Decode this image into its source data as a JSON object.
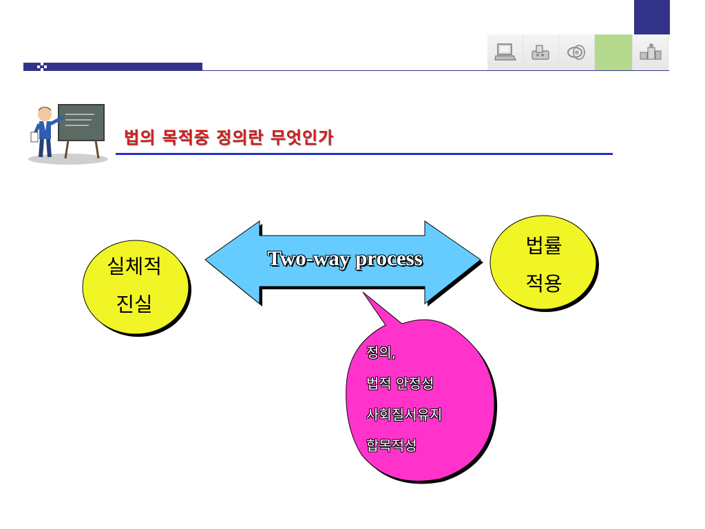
{
  "slide": {
    "title": "법의 목적중 정의란 무엇인가"
  },
  "header": {
    "icons": [
      "laptop-icon",
      "phone-icon",
      "network-icon",
      "blank-tile",
      "people-icon"
    ],
    "colors": {
      "band": "#33338a",
      "highlight_tile": "#b4d98e"
    }
  },
  "diagram": {
    "left_circle": {
      "line1": "실체적",
      "line2": "진실",
      "color": "#f2f525"
    },
    "right_circle": {
      "line1": "법률",
      "line2": "적용",
      "color": "#f2f525"
    },
    "arrow": {
      "label": "Two-way process",
      "color": "#66ccff"
    },
    "bubble": {
      "color": "#ff33cc",
      "lines": [
        "정의,",
        "법적 안정성",
        "사회질서유지",
        "합목적성"
      ]
    }
  },
  "colors": {
    "title": "#d21c1c",
    "title_rule": "#1f2dcf"
  }
}
